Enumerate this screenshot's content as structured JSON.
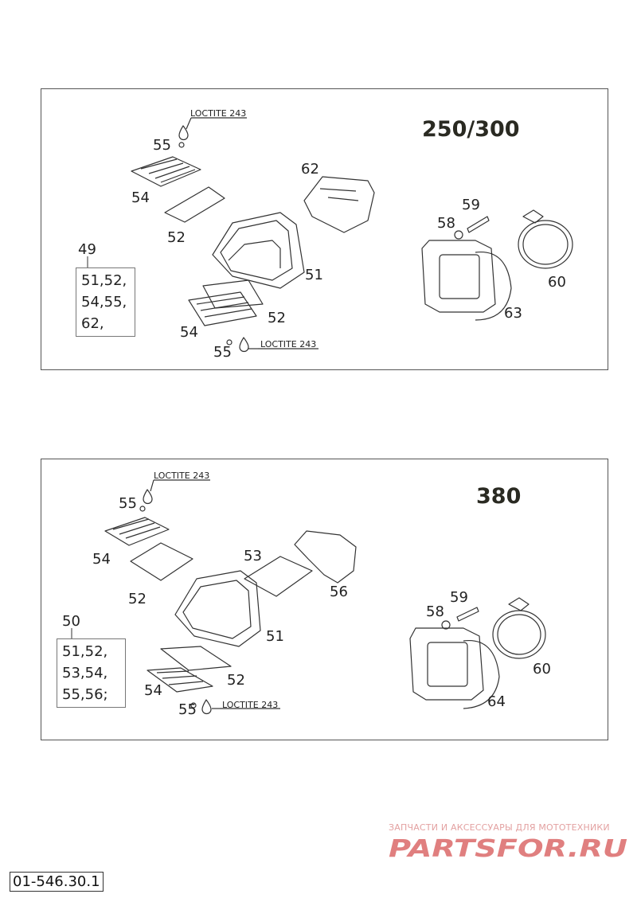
{
  "panel_top": {
    "title": "250/300",
    "loctite_top": "LOCTITE 243",
    "loctite_bottom": "LOCTITE 243",
    "parts": {
      "p55a": "55",
      "p54a": "54",
      "p52a": "52",
      "p62": "62",
      "p59": "59",
      "p58": "58",
      "p51": "51",
      "p60": "60",
      "p52b": "52",
      "p54b": "54",
      "p63": "63",
      "p55b": "55"
    },
    "kit": {
      "label": "49",
      "lines": [
        "51,52,",
        "54,55,",
        "62,"
      ]
    }
  },
  "panel_bottom": {
    "title": "380",
    "loctite_top": "LOCTITE 243",
    "loctite_bottom": "LOCTITE 243",
    "parts": {
      "p55a": "55",
      "p54a": "54",
      "p53": "53",
      "p56": "56",
      "p52a": "52",
      "p59": "59",
      "p58": "58",
      "p51": "51",
      "p60": "60",
      "p52b": "52",
      "p54b": "54",
      "p64": "64",
      "p55b": "55"
    },
    "kit": {
      "label": "50",
      "lines": [
        "51,52,",
        "53,54,",
        "55,56;"
      ]
    }
  },
  "watermark": {
    "caption": "ЗАПЧАСТИ И АКСЕССУАРЫ ДЛЯ МОТОТЕХНИКИ",
    "logo": "PARTSFOR.RU",
    "color": "#e07f7f"
  },
  "drawing_number": "01-546.30.1"
}
